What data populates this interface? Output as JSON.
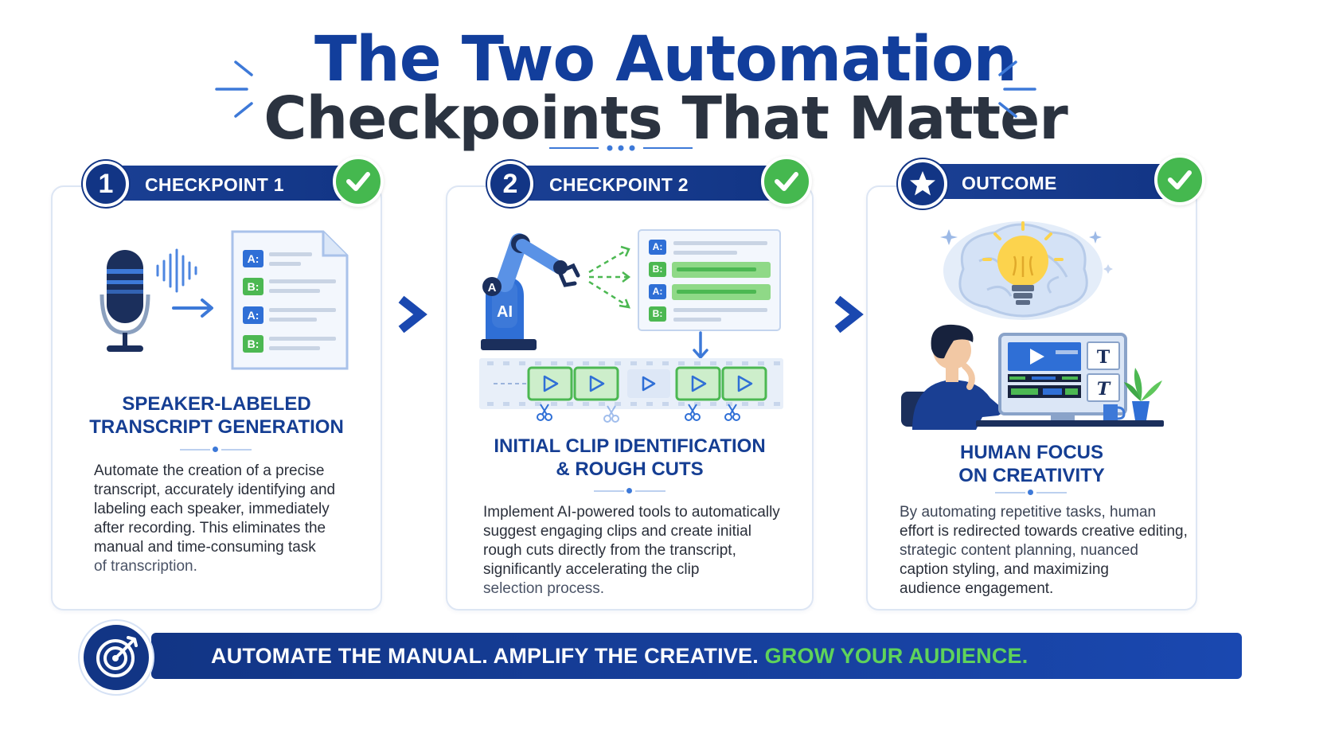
{
  "title": {
    "line1": "The Two Automation",
    "line2": "Checkpoints That Matter"
  },
  "cards": [
    {
      "number": "1",
      "label": "CHECKPOINT 1",
      "heading_line1": "SPEAKER-LABELED",
      "heading_line2": "TRANSCRIPT GENERATION",
      "body": [
        "Automate the creation of a precise",
        "transcript, accurately identifying and",
        "labeling each speaker, immediately",
        "after recording. This eliminates the",
        "manual and time-consuming task",
        "of transcription."
      ],
      "speaker_labels": [
        "A:",
        "B:",
        "A:",
        "B:"
      ]
    },
    {
      "number": "2",
      "label": "CHECKPOINT 2",
      "heading_line1": "INITIAL CLIP IDENTIFICATION",
      "heading_line2": "& ROUGH CUTS",
      "body": [
        "Implement AI-powered tools to automatically",
        "suggest engaging clips and create initial",
        "rough cuts directly from the transcript,",
        "significantly accelerating the clip",
        "selection process."
      ],
      "speaker_labels": [
        "A:",
        "B:",
        "A:",
        "B:"
      ],
      "robot_labels": [
        "A",
        "AI"
      ]
    },
    {
      "label": "OUTCOME",
      "heading_line1": "HUMAN FOCUS",
      "heading_line2": "ON CREATIVITY",
      "body": [
        "By automating repetitive tasks, human",
        "effort is redirected towards creative editing,",
        "strategic content planning, nuanced",
        "caption styling, and maximizing",
        "audience engagement."
      ],
      "screen_glyphs": [
        "T",
        "T"
      ]
    }
  ],
  "footer": {
    "part1": "AUTOMATE THE MANUAL. AMPLIFY THE CREATIVE.",
    "part2": "GROW YOUR AUDIENCE."
  },
  "colors": {
    "navy": "#123585",
    "title_blue": "#123e9c",
    "green": "#45b84f",
    "accent_blue": "#3d79d8"
  },
  "icons": [
    "microphone-icon",
    "sound-wave-icon",
    "transcript-document-icon",
    "robot-arm-icon",
    "film-strip-icon",
    "scissors-icon",
    "lightbulb-icon",
    "brain-icon",
    "person-at-monitor-icon",
    "star-icon",
    "target-icon",
    "checkmark-icon",
    "chevron-right-icon"
  ]
}
